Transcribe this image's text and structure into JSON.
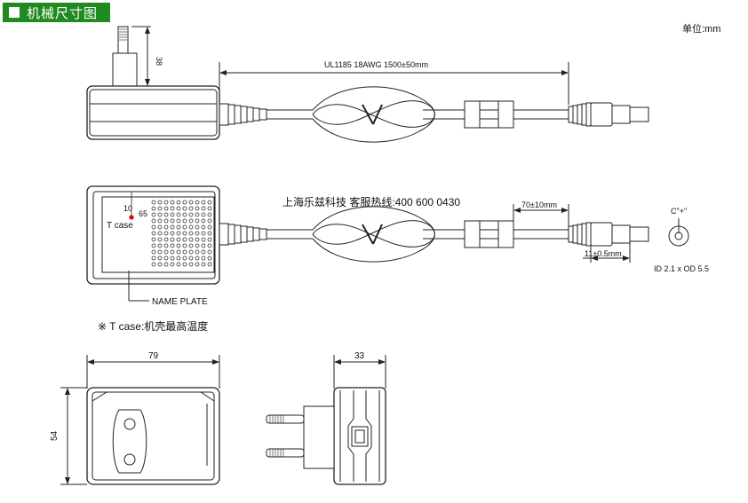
{
  "header": {
    "title": "机械尺寸图"
  },
  "unit_label": "单位:mm",
  "dims": {
    "plug_height": "38",
    "cable": "UL1185 18AWG 1500±50mm",
    "ferrite_span": "70±10mm",
    "plug_tip": "11±0.5mm",
    "width": "79",
    "height": "54",
    "depth": "33"
  },
  "tcase": {
    "label": "T case",
    "x": "10",
    "y": "65"
  },
  "name_plate": "NAME PLATE",
  "company": "上海乐兹科技 客服热线:400 600 0430",
  "polarity": "C\"+\"",
  "plug_spec": "ID 2.1 x OD 5.5",
  "note": "※ T case:机壳最高温度",
  "colors": {
    "title_bg": "#1f8a1f",
    "tcase_dot": "#e00000"
  }
}
